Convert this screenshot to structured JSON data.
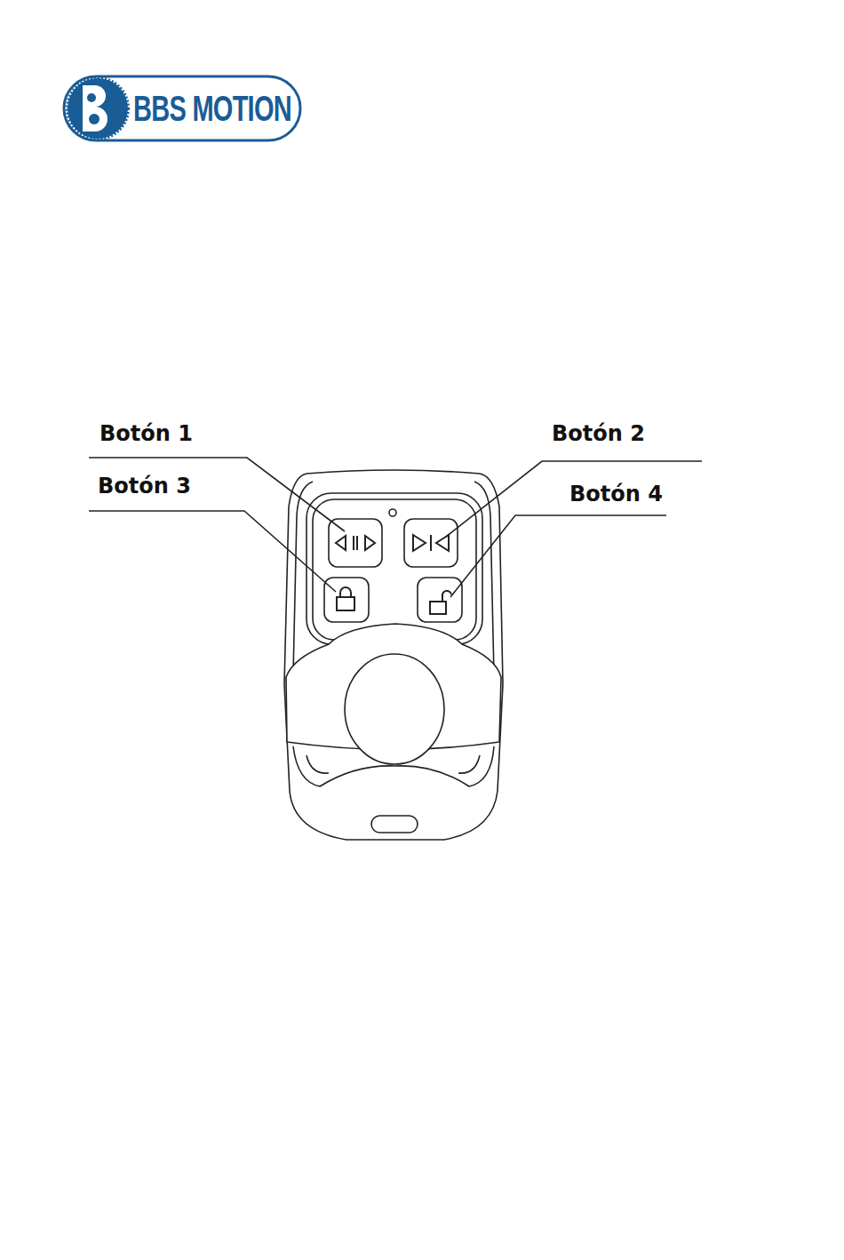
{
  "diagram": {
    "nodes": [
      {
        "text": [
          "BBS MOTION"
        ]
      }
    ],
    "labels": [
      "Botón 1",
      "Botón 2",
      "Botón 3",
      "Botón 4"
    ]
  }
}
